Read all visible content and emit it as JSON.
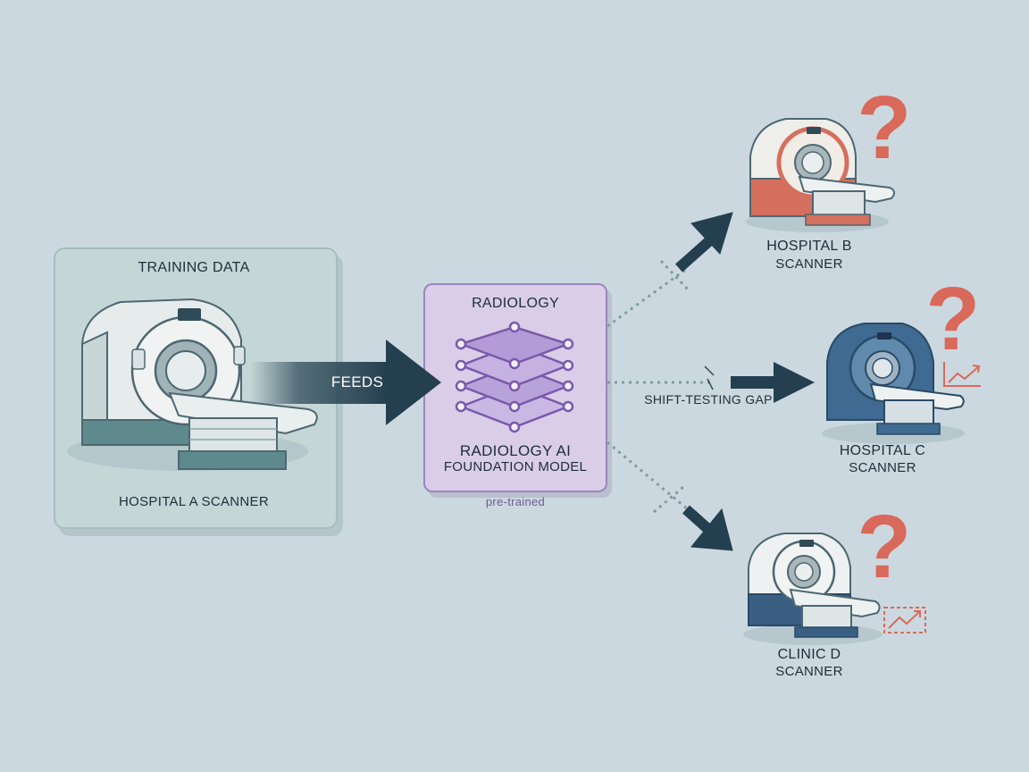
{
  "source": {
    "box_title": "TRAINING DATA",
    "scanner_label": "HOSPITAL A SCANNER"
  },
  "flow": {
    "feeds_label": "FEEDS",
    "gap_label": "SHIFT-TESTING GAP"
  },
  "model": {
    "title": "RADIOLOGY",
    "name_line1": "RADIOLOGY AI",
    "name_line2": "FOUNDATION MODEL",
    "caption": "pre-trained"
  },
  "targets": [
    {
      "line1": "HOSPITAL B",
      "line2": "SCANNER",
      "accent": "#d56f5e",
      "marker": "?"
    },
    {
      "line1": "HOSPITAL C",
      "line2": "SCANNER",
      "accent": "#3f6a91",
      "marker": "?"
    },
    {
      "line1": "CLINIC D",
      "line2": "SCANNER",
      "accent": "#3a5f83",
      "marker": "?"
    }
  ],
  "colors": {
    "arrow": "#243f4f",
    "question": "#d9695a",
    "model_nodes": "#7a59aa"
  }
}
